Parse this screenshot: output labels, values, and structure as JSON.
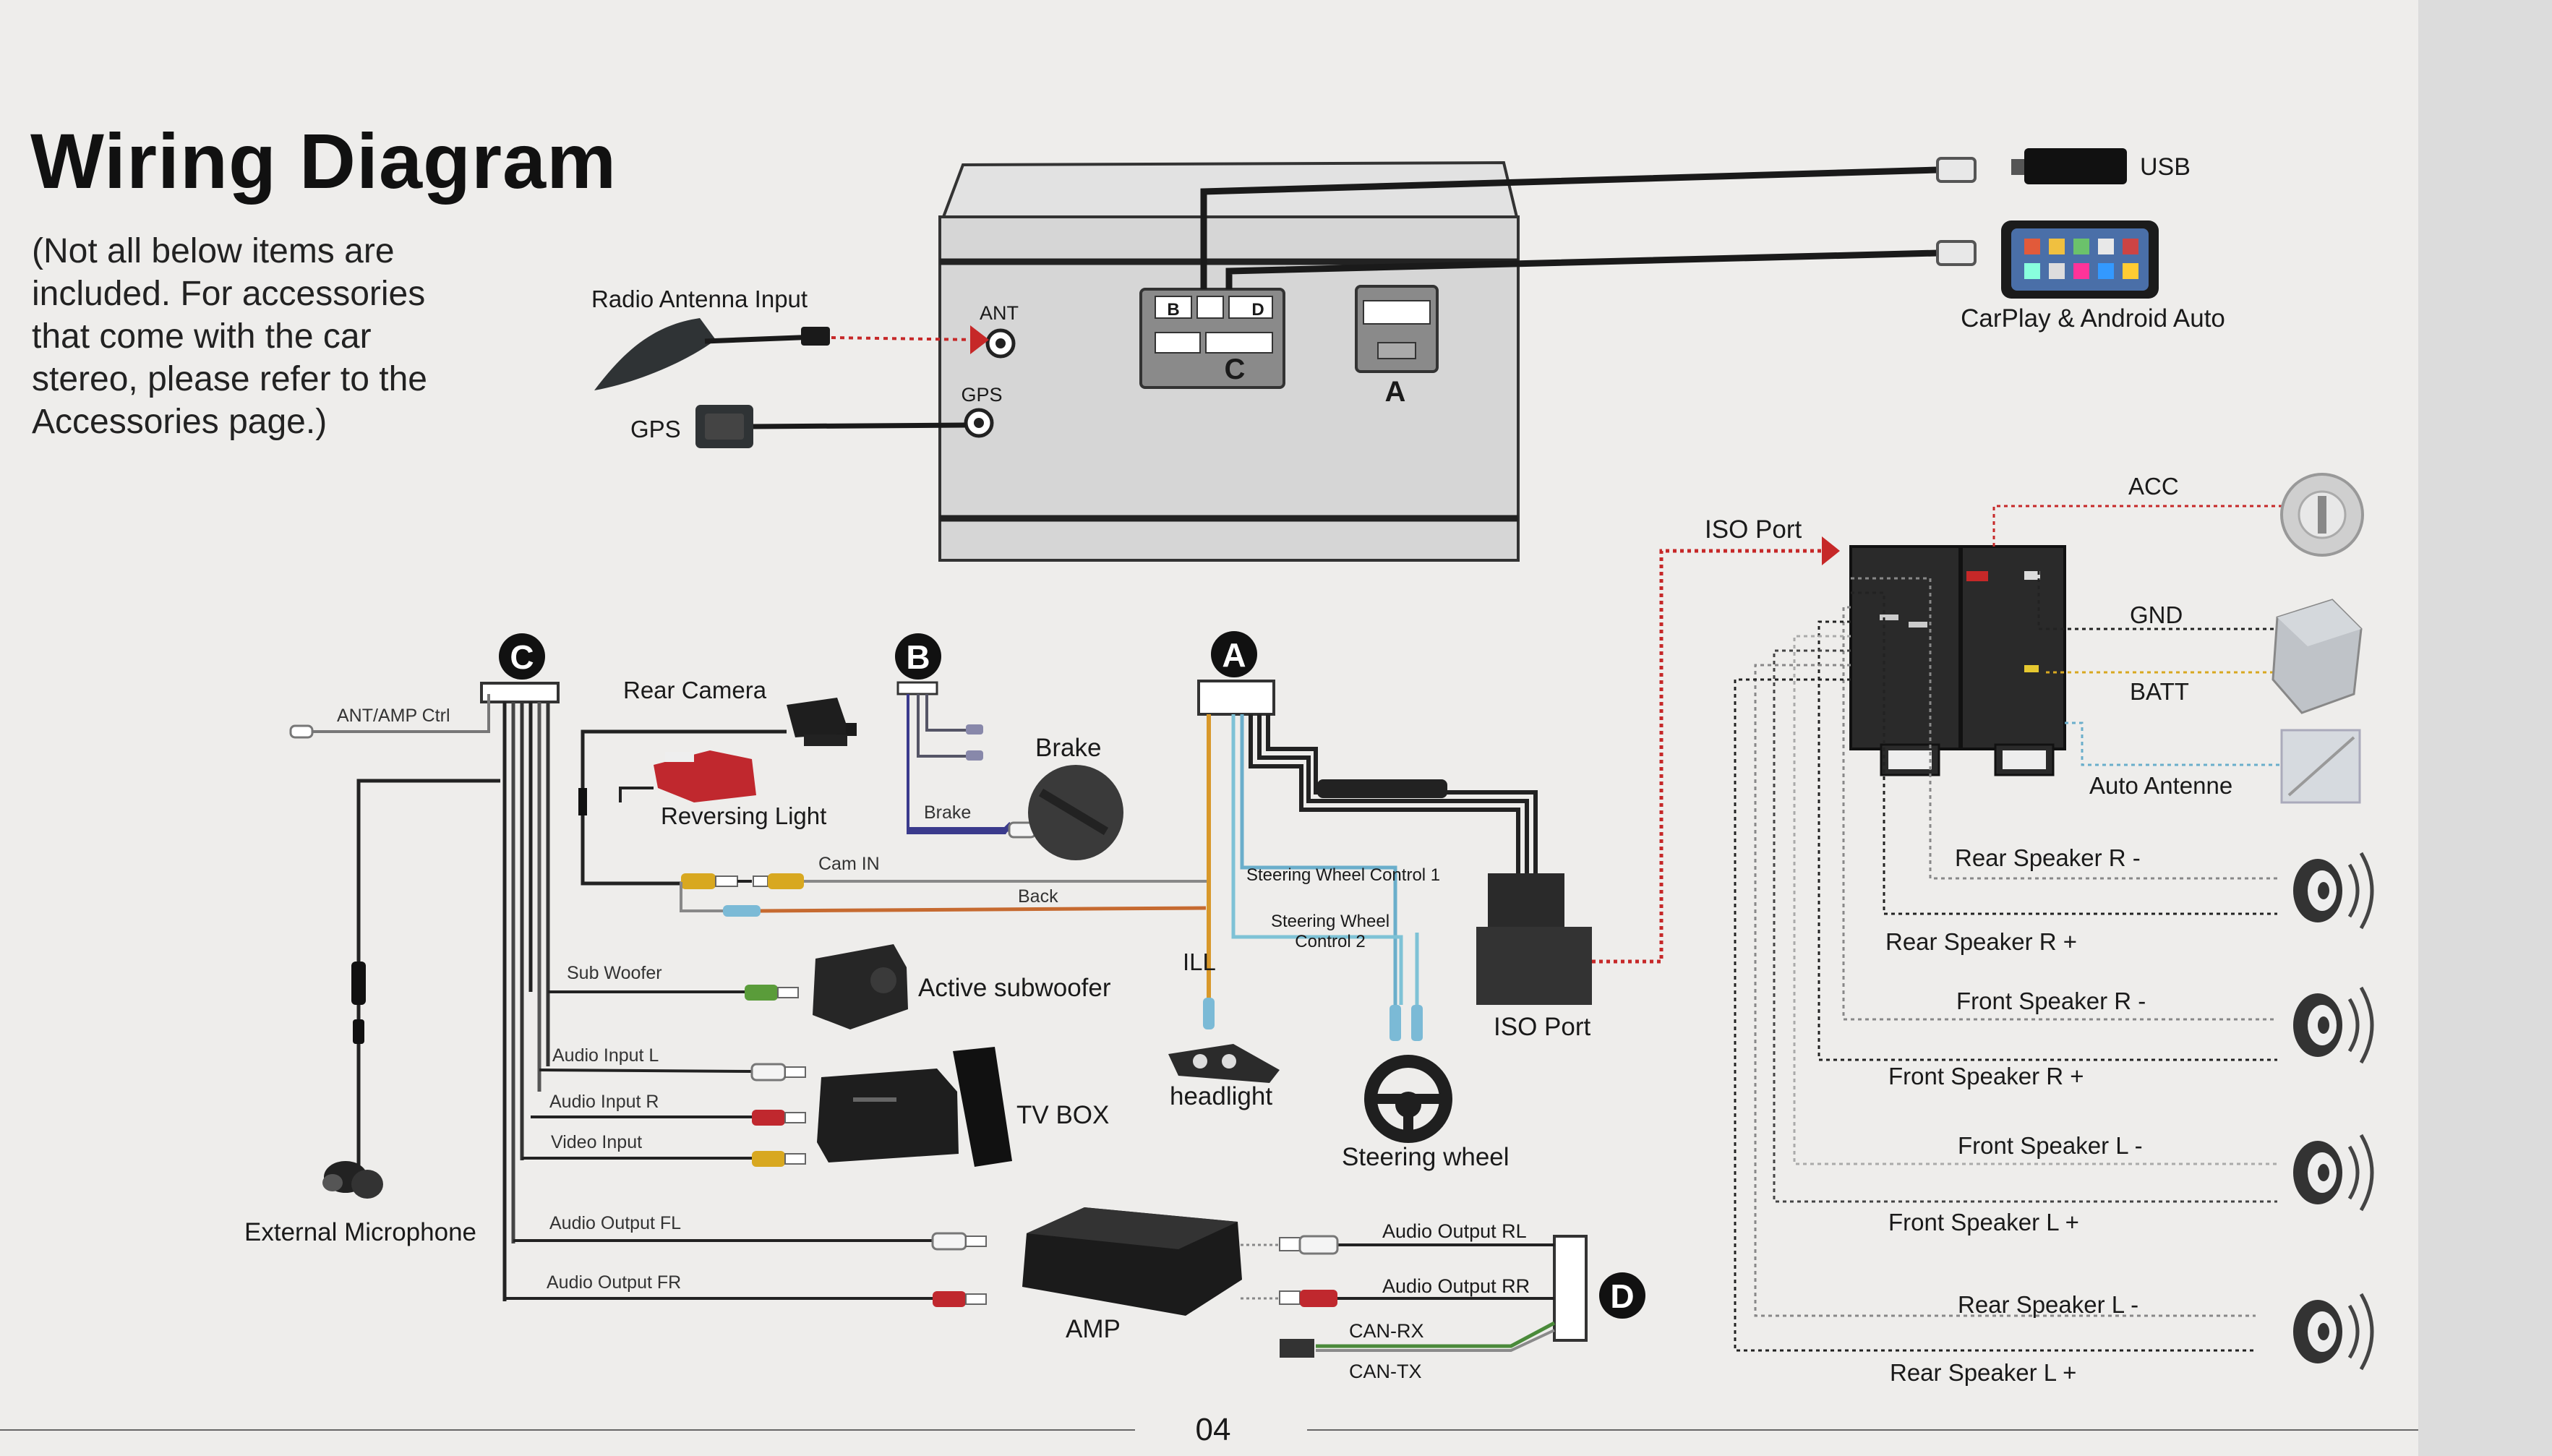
{
  "title": "Wiring Diagram",
  "note_lines": [
    "(Not all below items are",
    "included. For accessories",
    "that come with the car",
    "stereo, please refer to the",
    "Accessories page.)"
  ],
  "head_unit": {
    "ant_label": "ANT",
    "gps_label": "GPS",
    "port_c_b": "B",
    "port_c_d": "D",
    "port_c": "C",
    "port_a": "A"
  },
  "top_left": {
    "radio_antenna": "Radio Antenna Input",
    "gps": "GPS"
  },
  "top_right": {
    "usb": "USB",
    "carplay": "CarPlay & Android Auto"
  },
  "harness_c": {
    "letter": "C",
    "ant_amp": "ANT/AMP Ctrl",
    "rear_camera": "Rear Camera",
    "reversing_light": "Reversing Light",
    "cam_in": "Cam IN",
    "back": "Back",
    "sub_woofer": "Sub Woofer",
    "active_subwoofer": "Active subwoofer",
    "audio_input_l": "Audio Input L",
    "audio_input_r": "Audio Input R",
    "video_input": "Video Input",
    "tv_box": "TV BOX",
    "audio_output_fl": "Audio Output FL",
    "audio_output_fr": "Audio Output FR",
    "amp": "AMP",
    "external_microphone": "External Microphone"
  },
  "harness_b": {
    "letter": "B",
    "brake_wire": "Brake",
    "brake": "Brake"
  },
  "harness_a": {
    "letter": "A",
    "ill": "ILL",
    "headlight": "headlight",
    "swc1": "Steering Wheel Control 1",
    "swc2_line1": "Steering Wheel",
    "swc2_line2": "Control 2",
    "iso_port": "ISO Port",
    "steering_wheel": "Steering wheel"
  },
  "harness_d": {
    "letter": "D",
    "audio_output_rl": "Audio Output RL",
    "audio_output_rr": "Audio Output RR",
    "can_rx": "CAN-RX",
    "can_tx": "CAN-TX"
  },
  "iso": {
    "iso_port": "ISO Port",
    "acc": "ACC",
    "gnd": "GND",
    "batt": "BATT",
    "auto_antenne": "Auto Antenne",
    "rear_r_minus": "Rear Speaker R  -",
    "rear_r_plus": "Rear Speaker R  +",
    "front_r_minus": "Front Speaker R  -",
    "front_r_plus": "Front Speaker R  +",
    "front_l_minus": "Front Speaker L  -",
    "front_l_plus": "Front Speaker L  +",
    "rear_l_minus": "Rear Speaker L  -",
    "rear_l_plus": "Rear Speaker L  +"
  },
  "page_number": "04"
}
